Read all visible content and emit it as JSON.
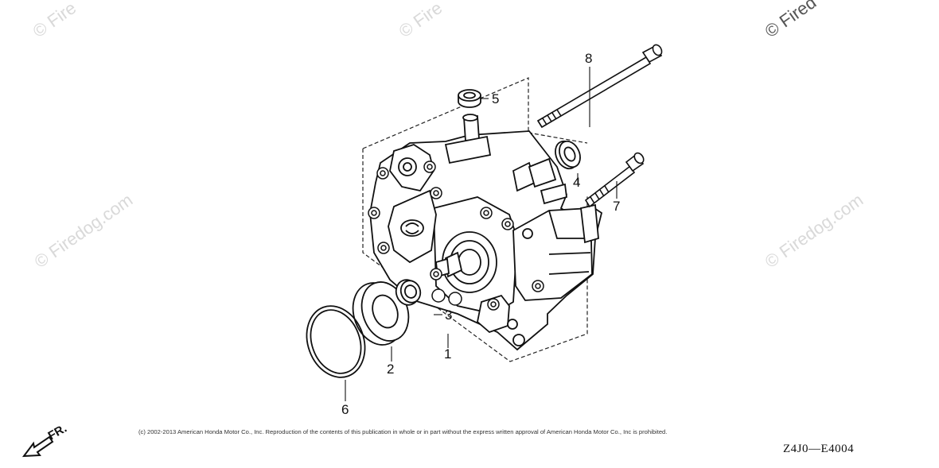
{
  "watermarks": {
    "brand": "© Firedog.com",
    "partial_1": "© Fire",
    "partial_2": "© Fire",
    "partial_3": "© Fired"
  },
  "callouts": [
    "1",
    "2",
    "3",
    "4",
    "5",
    "6",
    "7",
    "8"
  ],
  "direction_label": "FR.",
  "copyright": "(c) 2002-2013 American Honda Motor Co., Inc. Reproduction of the contents of this publication in whole or in part without the express written approval of American Honda Motor Co., Inc is prohibited.",
  "diagram_code": "Z4J0—E4004"
}
